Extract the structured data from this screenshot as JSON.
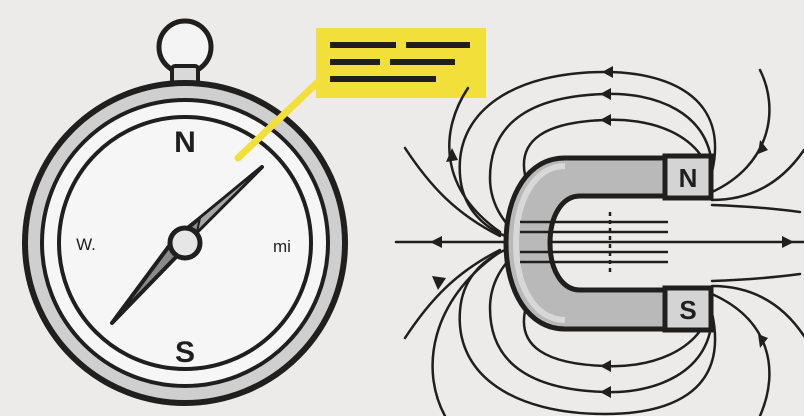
{
  "compass": {
    "north_label": "N",
    "south_label": "S",
    "west_label": "W.",
    "east_label": "mi"
  },
  "magnet": {
    "north_pole_label": "N",
    "south_pole_label": "S"
  },
  "callout": {
    "icon": "text-lines-icon",
    "color": "#f2df3a"
  },
  "colors": {
    "background": "#ecebea",
    "outline": "#1f1f1f",
    "needle": "#8a8a8a",
    "magnet_body": "#b9b9b9",
    "pole_face": "#d4d4d4",
    "callout": "#f2df3a"
  }
}
